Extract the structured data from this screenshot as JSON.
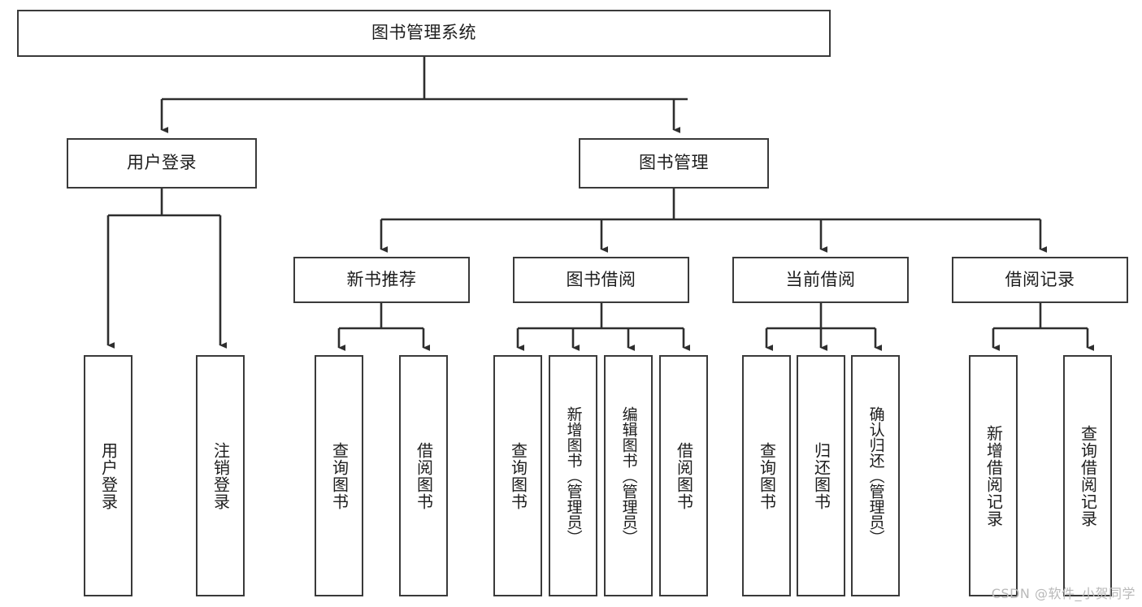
{
  "diagram": {
    "type": "tree",
    "title": "图书管理系统",
    "watermark": "CSDN @软件_小贺同学",
    "colors": {
      "stroke": "#3a3a3a",
      "fill": "#ffffff",
      "text": "#1d1d1d",
      "watermark": "#b9b9b9"
    },
    "nodes": {
      "root": {
        "label": "图书管理系统"
      },
      "level2": [
        {
          "id": "user-login",
          "label": "用户登录"
        },
        {
          "id": "book-management",
          "label": "图书管理"
        }
      ],
      "level3": [
        {
          "id": "new-book-recommend",
          "label": "新书推荐"
        },
        {
          "id": "book-borrow",
          "label": "图书借阅"
        },
        {
          "id": "current-borrow",
          "label": "当前借阅"
        },
        {
          "id": "borrow-record",
          "label": "借阅记录"
        }
      ],
      "leaves": {
        "user-login": [
          {
            "id": "leaf-user-login",
            "label": "用户登录"
          },
          {
            "id": "leaf-logout",
            "label": "注销登录"
          }
        ],
        "new-book-recommend": [
          {
            "id": "leaf-query-book-1",
            "label": "查询图书"
          },
          {
            "id": "leaf-borrow-book-1",
            "label": "借阅图书"
          }
        ],
        "book-borrow": [
          {
            "id": "leaf-query-book-2",
            "label": "查询图书"
          },
          {
            "id": "leaf-add-book",
            "label": "新增图书（管理员）"
          },
          {
            "id": "leaf-edit-book",
            "label": "编辑图书（管理员）"
          },
          {
            "id": "leaf-borrow-book-2",
            "label": "借阅图书"
          }
        ],
        "current-borrow": [
          {
            "id": "leaf-query-book-3",
            "label": "查询图书"
          },
          {
            "id": "leaf-return-book",
            "label": "归还图书"
          },
          {
            "id": "leaf-confirm-return",
            "label": "确认归还（管理员）"
          }
        ],
        "borrow-record": [
          {
            "id": "leaf-add-record",
            "label": "新增借阅记录"
          },
          {
            "id": "leaf-query-record",
            "label": "查询借阅记录"
          }
        ]
      }
    }
  }
}
